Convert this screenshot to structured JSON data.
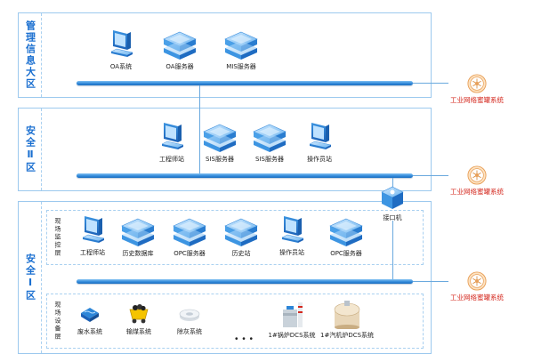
{
  "zones": {
    "management": "管理信息大区",
    "security2": "安全Ⅱ区",
    "security1": "安全Ⅰ区"
  },
  "sublayers": {
    "monitoring": "现场监控层",
    "equipment": "现场设备层"
  },
  "management_nodes": [
    "OA系统",
    "OA服务器",
    "MIS服务器"
  ],
  "security2_nodes": [
    "工程师站",
    "SIS服务器",
    "SIS服务器",
    "操作员站"
  ],
  "interface": "接口机",
  "monitoring_nodes": [
    "工程师站",
    "历史数据库",
    "OPC服务器",
    "历史站",
    "操作员站",
    "OPC服务器"
  ],
  "equipment_nodes": [
    "废水系统",
    "输煤系统",
    "除灰系统",
    "1#锅炉DCS系统",
    "1#汽机炉DCS系统"
  ],
  "ellipsis": "• • •",
  "honeypot": [
    "工业网络蜜罐系统",
    "工业网络蜜罐系统",
    "工业网络蜜罐系统"
  ],
  "colors": {
    "accent": "#1a6fd0",
    "bus": "#2d86d8",
    "honeypot": "#d4281e",
    "border": "#9cc9ee"
  }
}
